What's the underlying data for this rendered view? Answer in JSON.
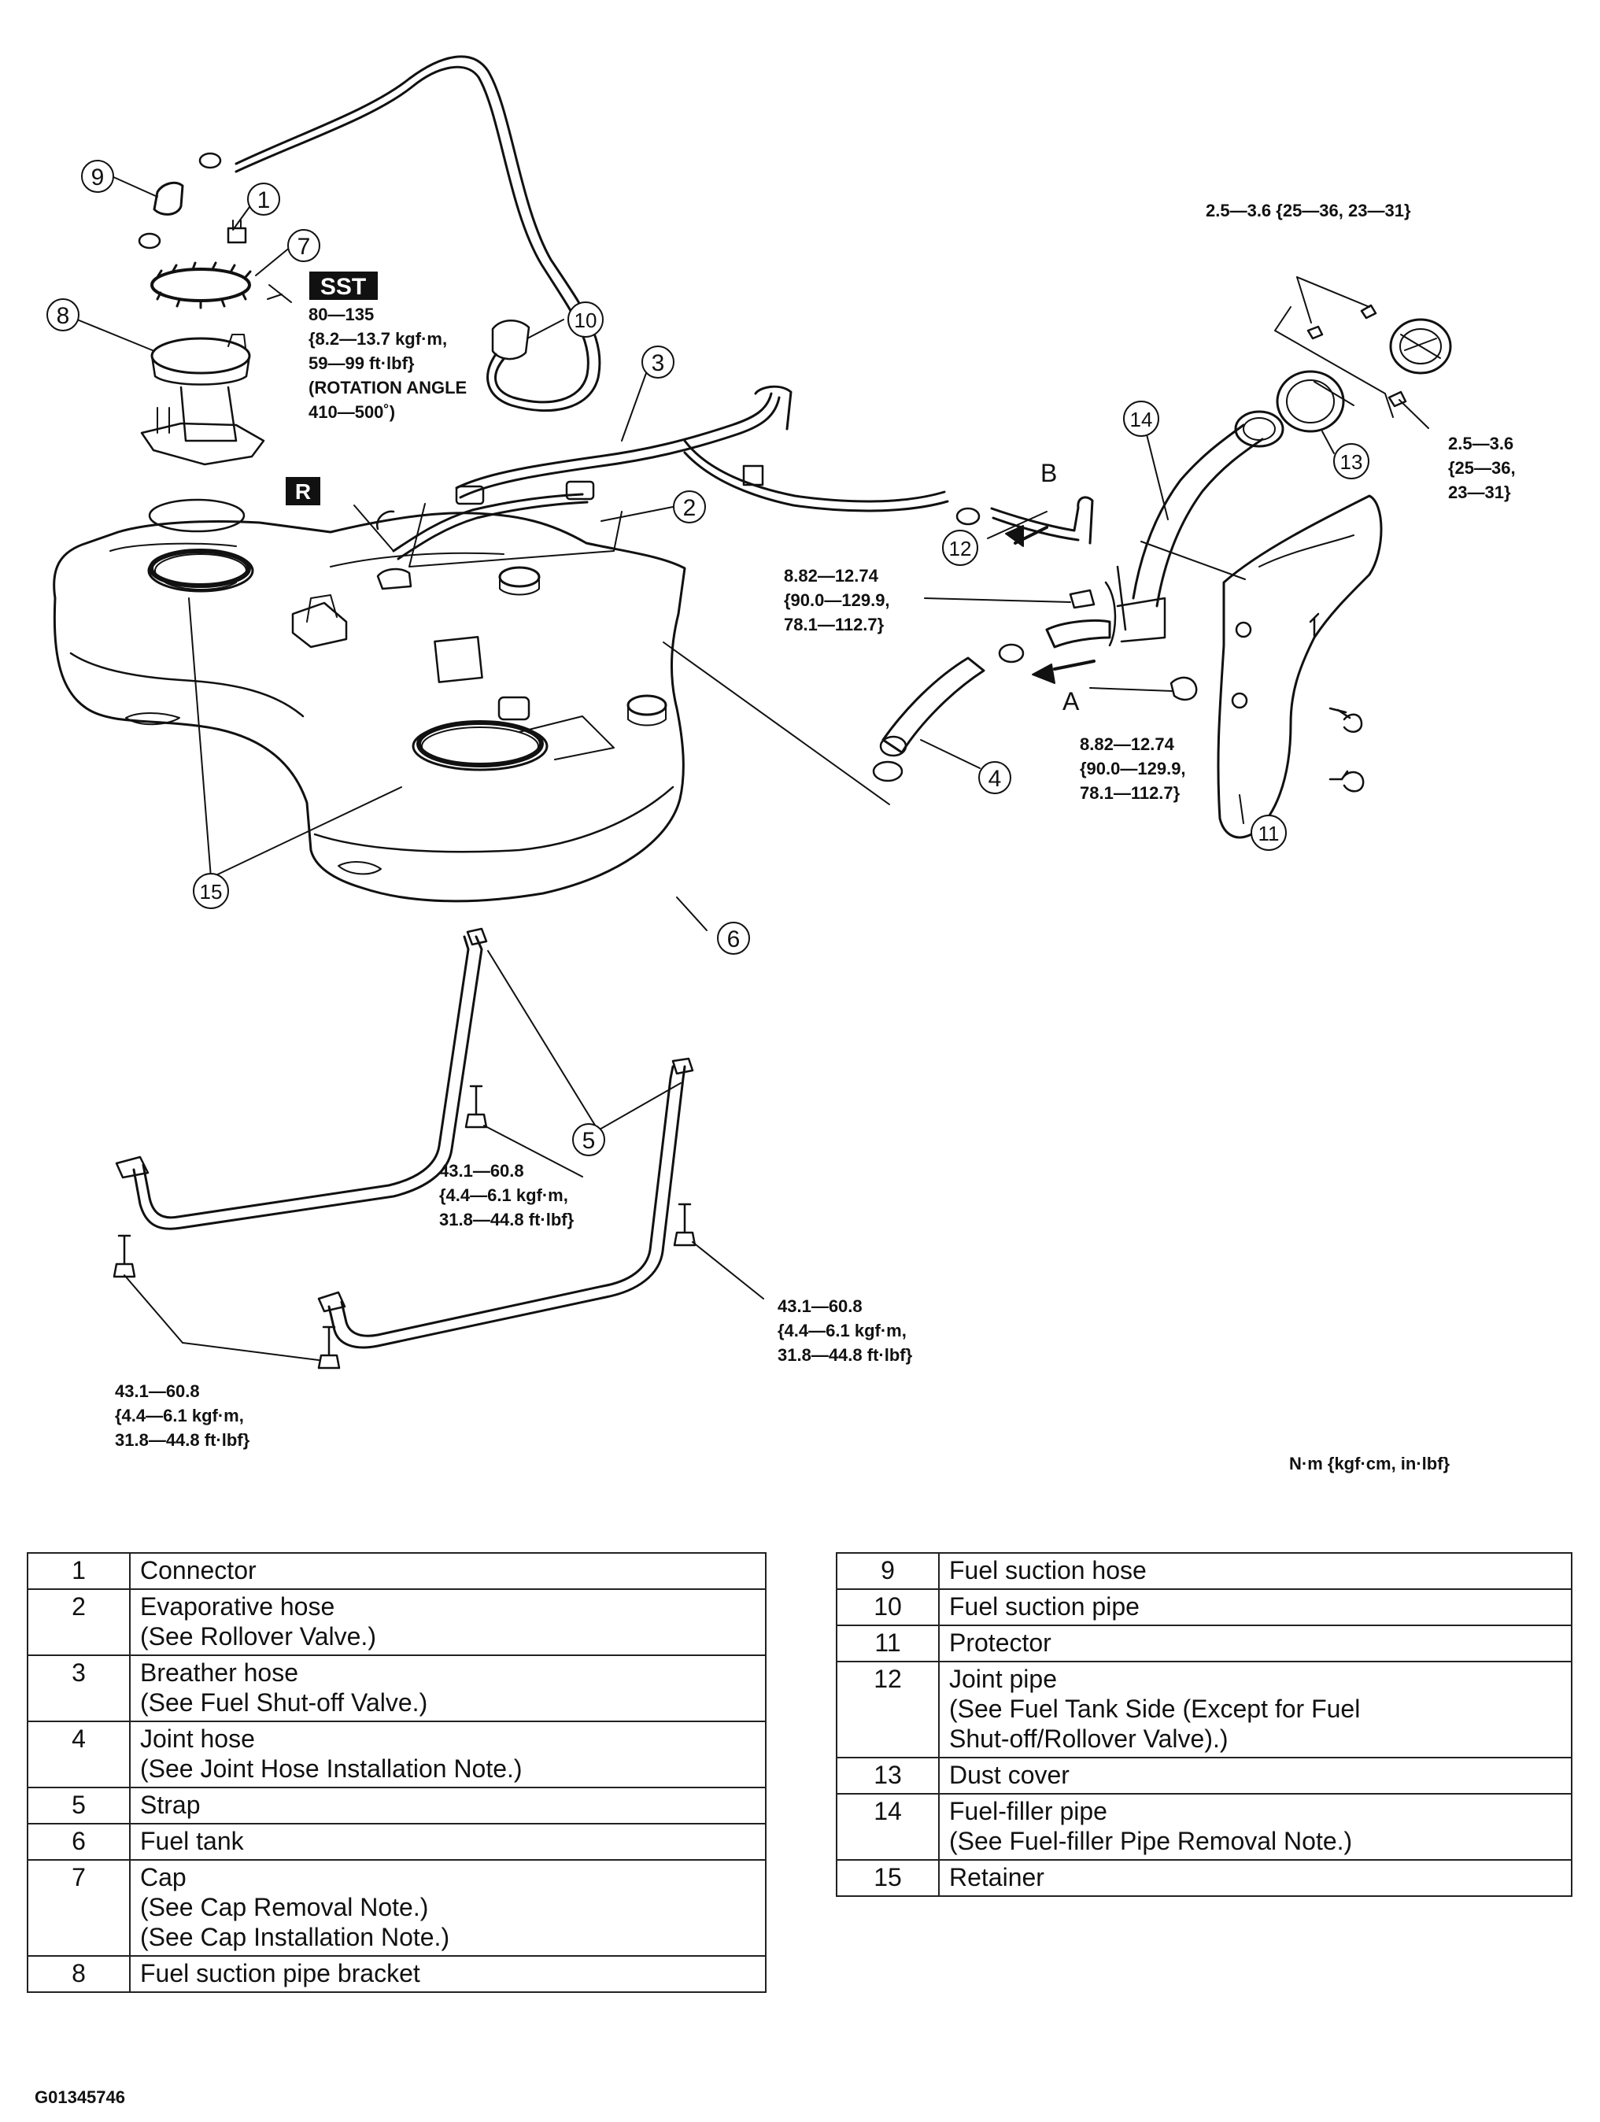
{
  "callouts": [
    "1",
    "2",
    "3",
    "4",
    "5",
    "6",
    "7",
    "8",
    "9",
    "10",
    "11",
    "12",
    "13",
    "14",
    "15"
  ],
  "tags": {
    "sst": "SST",
    "replace": "R"
  },
  "arrows": {
    "a": "A",
    "b": "B"
  },
  "specs": {
    "cap": "80—135\n{8.2—13.7 kgf·m,\n59—99 ft·lbf}\n(ROTATION ANGLE\n410—500˚)",
    "top_right": "2.5—3.6 {25—36, 23—31}",
    "right_bolt": "2.5—3.6\n{25—36,\n23—31}",
    "pipe_upper": "8.82—12.74\n{90.0—129.9,\n78.1—112.7}",
    "pipe_lower": "8.82—12.74\n{90.0—129.9,\n78.1—112.7}",
    "strap_center": "43.1—60.8\n{4.4—6.1 kgf·m,\n31.8—44.8 ft·lbf}",
    "strap_right": "43.1—60.8\n{4.4—6.1 kgf·m,\n31.8—44.8 ft·lbf}",
    "strap_left": "43.1—60.8\n{4.4—6.1 kgf·m,\n31.8—44.8 ft·lbf}"
  },
  "units_note": "N·m {kgf·cm, in·lbf}",
  "parts_left": [
    {
      "num": "1",
      "desc": "Connector"
    },
    {
      "num": "2",
      "desc": "Evaporative hose\n(See Rollover Valve.)"
    },
    {
      "num": "3",
      "desc": "Breather hose\n(See Fuel Shut-off Valve.)"
    },
    {
      "num": "4",
      "desc": "Joint hose\n(See Joint Hose Installation Note.)"
    },
    {
      "num": "5",
      "desc": "Strap"
    },
    {
      "num": "6",
      "desc": "Fuel tank"
    },
    {
      "num": "7",
      "desc": "Cap\n(See Cap Removal Note.)\n(See Cap Installation Note.)"
    },
    {
      "num": "8",
      "desc": "Fuel suction pipe bracket"
    }
  ],
  "parts_right": [
    {
      "num": "9",
      "desc": "Fuel suction hose"
    },
    {
      "num": "10",
      "desc": "Fuel suction pipe"
    },
    {
      "num": "11",
      "desc": "Protector"
    },
    {
      "num": "12",
      "desc": "Joint pipe\n(See Fuel Tank Side (Except for Fuel\nShut-off/Rollover Valve).)"
    },
    {
      "num": "13",
      "desc": "Dust cover"
    },
    {
      "num": "14",
      "desc": "Fuel-filler pipe\n(See Fuel-filler Pipe Removal Note.)"
    },
    {
      "num": "15",
      "desc": "Retainer"
    }
  ],
  "figure_id": "G01345746"
}
